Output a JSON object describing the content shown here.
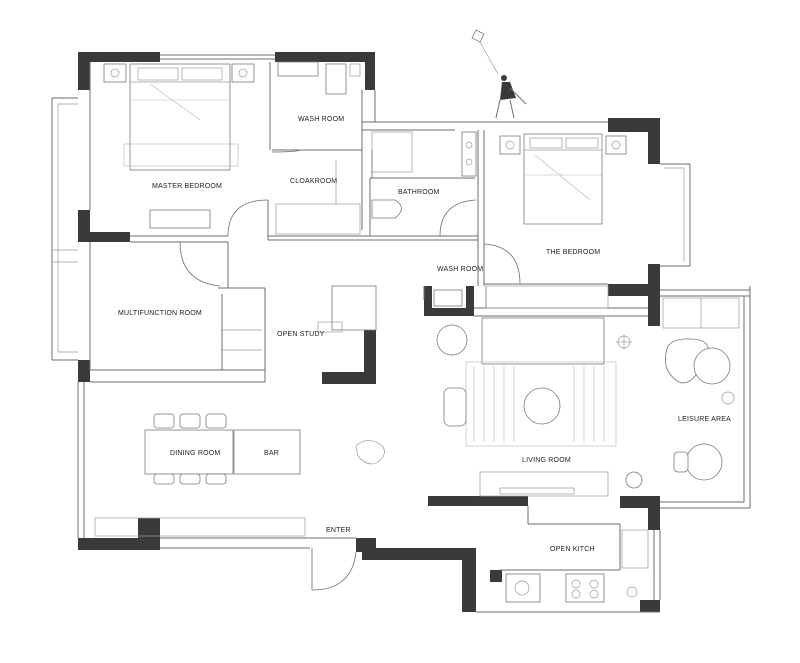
{
  "rooms": {
    "master_bedroom": "MASTER BEDROOM",
    "wash_room_top": "WASH ROOM",
    "cloakroom": "CLOAKROOM",
    "bathroom": "BATHROOM",
    "the_bedroom": "THE BEDROOM",
    "wash_room_mid": "WASH ROOM",
    "multifunction_room": "MULTIFUNCTION ROOM",
    "open_study": "OPEN STUDY",
    "dining_room": "DINING ROOM",
    "bar": "BAR",
    "living_room": "LIVING ROOM",
    "leisure_area": "LEISURE AREA",
    "enter": "ENTER",
    "open_kitch": "OPEN KITCH"
  },
  "colors": {
    "wall": "#3a3a3a",
    "line": "#6d6d6d",
    "background": "#ffffff"
  }
}
